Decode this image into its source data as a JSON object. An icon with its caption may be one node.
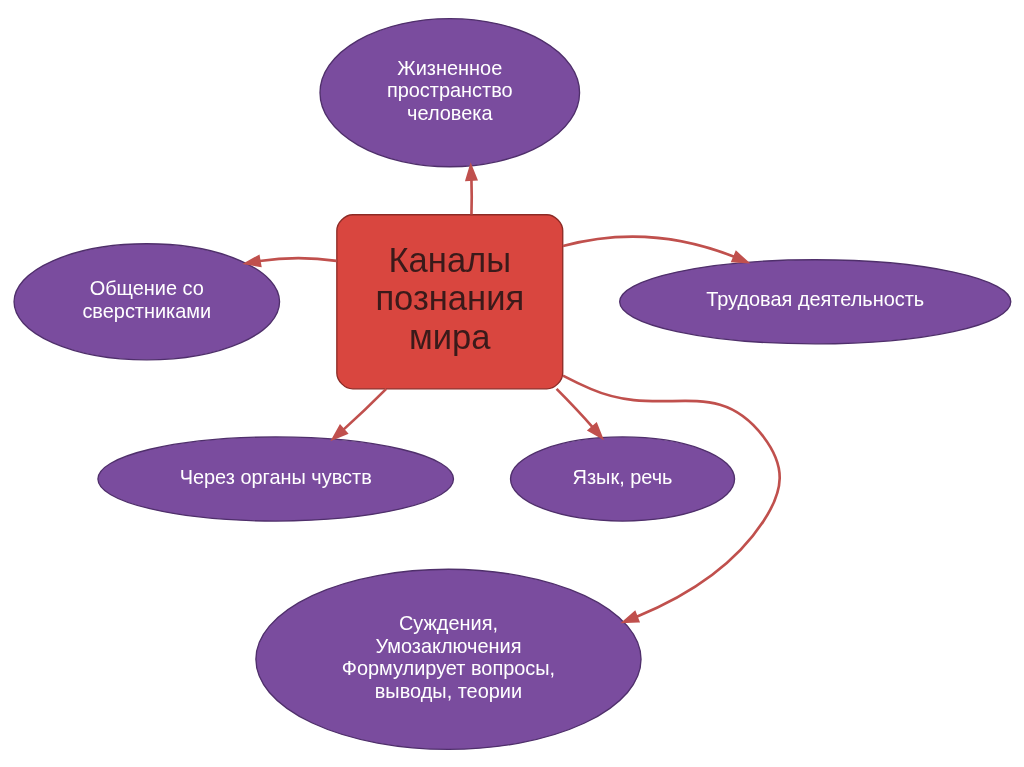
{
  "diagram": {
    "nodes": [
      {
        "text": [
          "Каналы познания мира"
        ]
      },
      {
        "text": [
          "Жизненное пространство человека"
        ]
      },
      {
        "text": [
          "Общение со сверстниками"
        ]
      },
      {
        "text": [
          "Трудовая деятельность"
        ]
      },
      {
        "text": [
          "Через органы чувств"
        ]
      },
      {
        "text": [
          "Язык, речь"
        ]
      },
      {
        "text": [
          "Суждения, Умозаключения Формулирует вопросы, выводы, теории"
        ]
      }
    ],
    "edges": [
      {
        "from": 0,
        "to": 1,
        "arrow": "to"
      },
      {
        "from": 0,
        "to": 2,
        "arrow": "to"
      },
      {
        "from": 0,
        "to": 3,
        "arrow": "to"
      },
      {
        "from": 0,
        "to": 4,
        "arrow": "to"
      },
      {
        "from": 0,
        "to": 5,
        "arrow": "to"
      },
      {
        "from": 0,
        "to": 6,
        "arrow": "to"
      }
    ]
  }
}
